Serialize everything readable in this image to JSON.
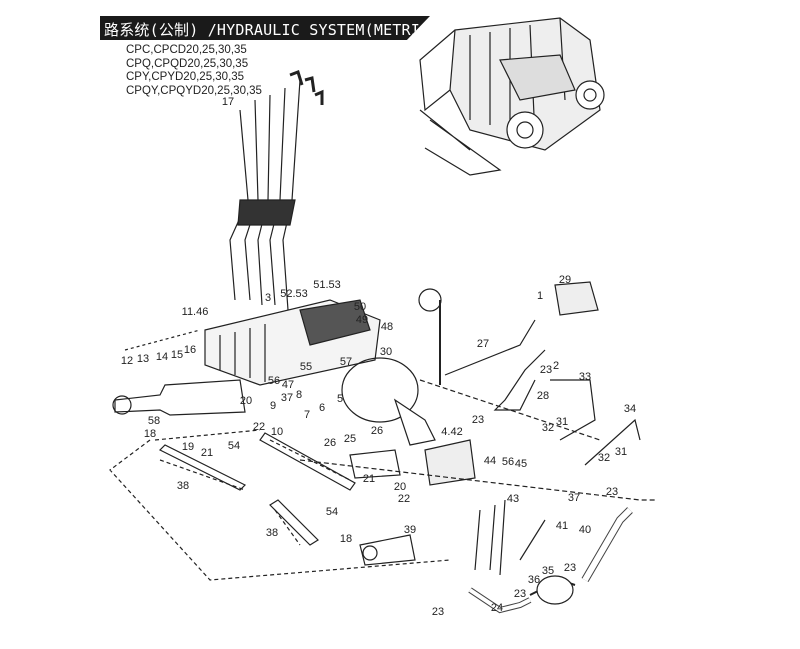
{
  "title": "路系统(公制) /HYDRAULIC SYSTEM(METRIC)",
  "models": [
    "CPC,CPCD20,25,30,35",
    "CPQ,CPQD20,25,30,35",
    "CPY,CPYD20,25,30,35",
    "CPQY,CPQYD20,25,30,35"
  ],
  "part_labels": [
    "17",
    "11.46",
    "3",
    "52.53",
    "51.53",
    "50",
    "49",
    "48",
    "12",
    "13",
    "14",
    "15",
    "16",
    "30",
    "55",
    "56",
    "47",
    "57",
    "37",
    "8",
    "5",
    "9",
    "6",
    "7",
    "20",
    "58",
    "18",
    "19",
    "21",
    "22",
    "54",
    "10",
    "26",
    "25",
    "26",
    "4.42",
    "27",
    "1",
    "29",
    "23",
    "2",
    "28",
    "23",
    "33",
    "31",
    "32",
    "34",
    "32",
    "31",
    "44",
    "56",
    "45",
    "43",
    "37",
    "23",
    "38",
    "21",
    "20",
    "22",
    "54",
    "39",
    "38",
    "18",
    "41",
    "40",
    "35",
    "36",
    "23",
    "23",
    "24",
    "23"
  ]
}
